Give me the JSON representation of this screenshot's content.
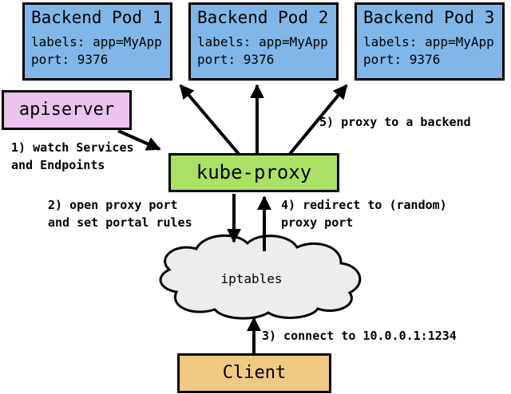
{
  "diagram": {
    "colors": {
      "pod_fill": "#80B7E8",
      "apiserver_fill": "#EBC3EE",
      "kube_proxy_fill": "#ABE164",
      "cloud_fill": "#EDEDED",
      "client_fill": "#F0CA82",
      "border": "#000000",
      "background": "#FFFFFF"
    },
    "pods": [
      {
        "title": "Backend Pod 1",
        "labels": "labels: app=MyApp",
        "port": "port: 9376"
      },
      {
        "title": "Backend Pod 2",
        "labels": "labels: app=MyApp",
        "port": "port: 9376"
      },
      {
        "title": "Backend Pod 3",
        "labels": "labels: app=MyApp",
        "port": "port: 9376"
      }
    ],
    "apiserver": {
      "label": "apiserver"
    },
    "kube_proxy": {
      "label": "kube-proxy"
    },
    "iptables": {
      "label": "iptables"
    },
    "client": {
      "label": "Client"
    },
    "steps": {
      "step1": {
        "line1": "1) watch Services",
        "line2": "and Endpoints"
      },
      "step2": {
        "line1": "2) open proxy port",
        "line2": "and set portal rules"
      },
      "step3": {
        "line1": "3) connect to 10.0.0.1:1234"
      },
      "step4": {
        "line1": "4) redirect to (random)",
        "line2": "proxy port"
      },
      "step5": {
        "line1": "5) proxy to a backend"
      }
    }
  }
}
